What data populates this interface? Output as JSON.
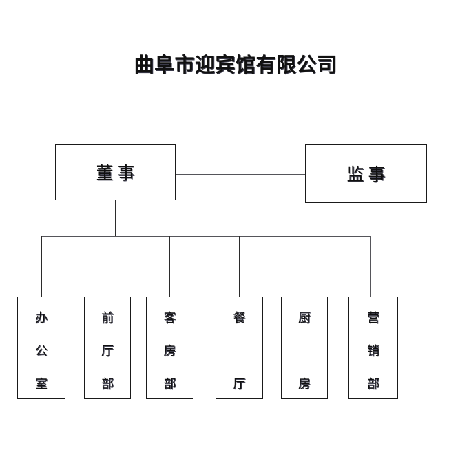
{
  "document": {
    "title": "曲阜市迎宾馆有限公司",
    "background_color": "#ffffff",
    "line_color": "#2b2b2b",
    "text_color": "#111111"
  },
  "chart_data": {
    "type": "diagram",
    "diagram_type": "organizational-chart",
    "title": "曲阜市迎宾馆有限公司",
    "orientation": "top-down",
    "levels": [
      {
        "level": 1,
        "nodes": [
          {
            "id": "director",
            "label": "董事",
            "text_orientation": "horizontal"
          },
          {
            "id": "supervisor",
            "label": "监事",
            "text_orientation": "horizontal"
          }
        ]
      },
      {
        "level": 2,
        "nodes": [
          {
            "id": "office",
            "label": "办公室",
            "chars": [
              "办",
              "公",
              "室"
            ],
            "text_orientation": "vertical"
          },
          {
            "id": "front-office",
            "label": "前厅部",
            "chars": [
              "前",
              "厅",
              "部"
            ],
            "text_orientation": "vertical"
          },
          {
            "id": "housekeeping",
            "label": "客房部",
            "chars": [
              "客",
              "房",
              "部"
            ],
            "text_orientation": "vertical"
          },
          {
            "id": "restaurant",
            "label": "餐厅",
            "chars": [
              "餐",
              "厅"
            ],
            "text_orientation": "vertical"
          },
          {
            "id": "kitchen",
            "label": "厨房",
            "chars": [
              "厨",
              "房"
            ],
            "text_orientation": "vertical"
          },
          {
            "id": "marketing",
            "label": "营销部",
            "chars": [
              "营",
              "销",
              "部"
            ],
            "text_orientation": "vertical"
          }
        ]
      }
    ],
    "edges": [
      {
        "from": "director",
        "to": "supervisor",
        "style": "horizontal-peer"
      },
      {
        "from": "director",
        "to": "office",
        "style": "orthogonal"
      },
      {
        "from": "director",
        "to": "front-office",
        "style": "orthogonal"
      },
      {
        "from": "director",
        "to": "housekeeping",
        "style": "orthogonal"
      },
      {
        "from": "director",
        "to": "restaurant",
        "style": "orthogonal"
      },
      {
        "from": "director",
        "to": "kitchen",
        "style": "orthogonal"
      },
      {
        "from": "director",
        "to": "marketing",
        "style": "orthogonal"
      }
    ]
  },
  "nodes": {
    "director": {
      "label": "董事"
    },
    "supervisor": {
      "label": "监事"
    },
    "office": {
      "c0": "办",
      "c1": "公",
      "c2": "室"
    },
    "front_office": {
      "c0": "前",
      "c1": "厅",
      "c2": "部"
    },
    "housekeeping": {
      "c0": "客",
      "c1": "房",
      "c2": "部"
    },
    "restaurant": {
      "c0": "餐",
      "c1": "厅"
    },
    "kitchen": {
      "c0": "厨",
      "c1": "房"
    },
    "marketing": {
      "c0": "营",
      "c1": "销",
      "c2": "部"
    }
  }
}
